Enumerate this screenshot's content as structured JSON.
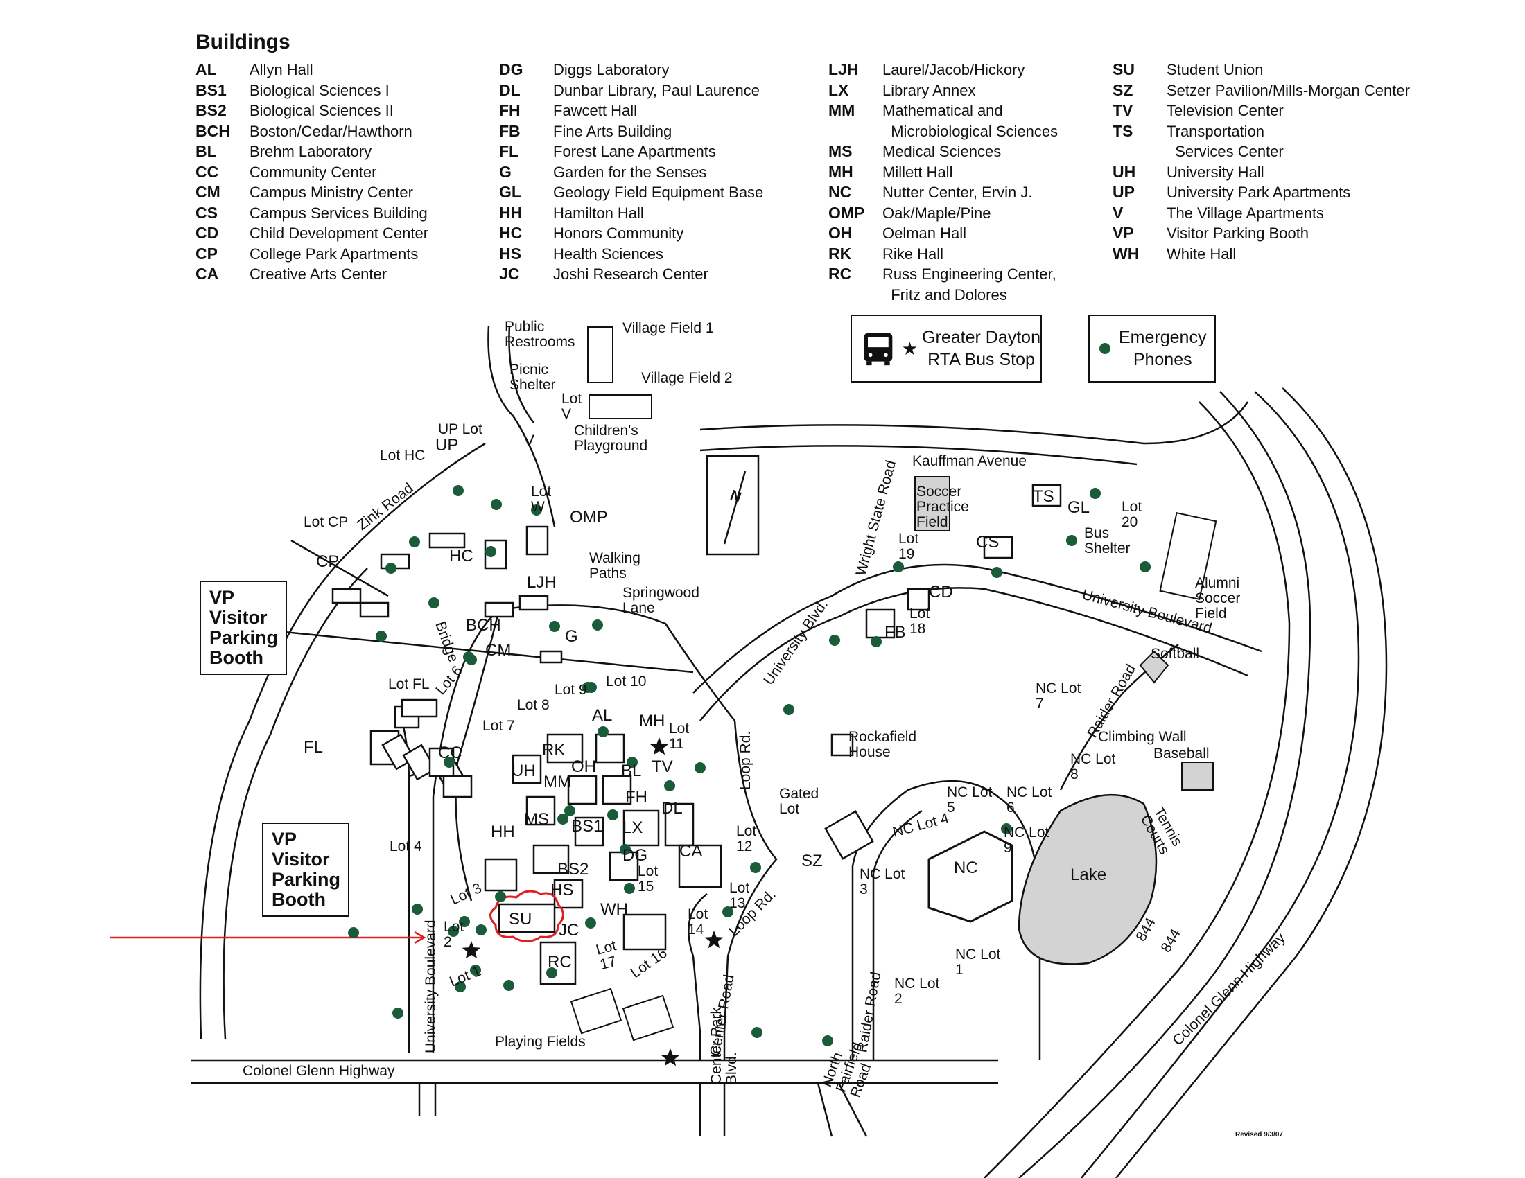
{
  "buildings_title": "Buildings",
  "buildings_columns": [
    [
      {
        "code": "AL",
        "name": "Allyn Hall"
      },
      {
        "code": "BS1",
        "name": "Biological Sciences I"
      },
      {
        "code": "BS2",
        "name": "Biological Sciences II"
      },
      {
        "code": "BCH",
        "name": "Boston/Cedar/Hawthorn"
      },
      {
        "code": "BL",
        "name": "Brehm Laboratory"
      },
      {
        "code": "CC",
        "name": "Community Center"
      },
      {
        "code": "CM",
        "name": "Campus Ministry Center"
      },
      {
        "code": "CS",
        "name": "Campus Services Building"
      },
      {
        "code": "CD",
        "name": "Child Development Center"
      },
      {
        "code": "CP",
        "name": "College Park Apartments"
      },
      {
        "code": "CA",
        "name": "Creative Arts Center"
      }
    ],
    [
      {
        "code": "DG",
        "name": "Diggs Laboratory"
      },
      {
        "code": "DL",
        "name": "Dunbar Library, Paul Laurence"
      },
      {
        "code": "FH",
        "name": "Fawcett Hall"
      },
      {
        "code": "FB",
        "name": "Fine Arts Building"
      },
      {
        "code": "FL",
        "name": "Forest Lane Apartments"
      },
      {
        "code": "G",
        "name": "Garden for the Senses"
      },
      {
        "code": "GL",
        "name": "Geology Field Equipment Base"
      },
      {
        "code": "HH",
        "name": "Hamilton Hall"
      },
      {
        "code": "HC",
        "name": "Honors Community"
      },
      {
        "code": "HS",
        "name": "Health Sciences"
      },
      {
        "code": "JC",
        "name": "Joshi Research Center"
      }
    ],
    [
      {
        "code": "LJH",
        "name": "Laurel/Jacob/Hickory"
      },
      {
        "code": "LX",
        "name": "Library Annex"
      },
      {
        "code": "MM",
        "name": "Mathematical and\n  Microbiological Sciences"
      },
      {
        "code": "MS",
        "name": "Medical Sciences"
      },
      {
        "code": "MH",
        "name": "Millett Hall"
      },
      {
        "code": "NC",
        "name": "Nutter Center, Ervin J."
      },
      {
        "code": "OMP",
        "name": "Oak/Maple/Pine"
      },
      {
        "code": "OH",
        "name": "Oelman Hall"
      },
      {
        "code": "RK",
        "name": "Rike Hall"
      },
      {
        "code": "RC",
        "name": "Russ Engineering Center,\n  Fritz and Dolores"
      }
    ],
    [
      {
        "code": "SU",
        "name": "Student Union"
      },
      {
        "code": "SZ",
        "name": "Setzer Pavilion/Mills-Morgan Center"
      },
      {
        "code": "TV",
        "name": "Television Center"
      },
      {
        "code": "TS",
        "name": "Transportation\n  Services Center"
      },
      {
        "code": "UH",
        "name": "University Hall"
      },
      {
        "code": "UP",
        "name": "University Park Apartments"
      },
      {
        "code": "V",
        "name": "The Village Apartments"
      },
      {
        "code": "VP",
        "name": "Visitor Parking Booth"
      },
      {
        "code": "WH",
        "name": "White Hall"
      }
    ]
  ],
  "legend": {
    "bus_stop": "Greater Dayton\nRTA Bus Stop",
    "emergency": "Emergency\nPhones"
  },
  "vp_booth": "VP\nVisitor\nParking\nBooth",
  "revised": "Revised 9/3/07",
  "colors": {
    "phone": "#1a5c3a",
    "highlight": "#e02020",
    "lake": "#d3d3d3",
    "line": "#111111"
  },
  "map_labels": [
    {
      "id": "public-restrooms",
      "text": "Public\nRestrooms"
    },
    {
      "id": "village-field-1",
      "text": "Village Field 1"
    },
    {
      "id": "village-field-2",
      "text": "Village Field 2"
    },
    {
      "id": "picnic-shelter",
      "text": "Picnic\nShelter"
    },
    {
      "id": "lot-v",
      "text": "Lot\nV"
    },
    {
      "id": "up-lot",
      "text": "UP Lot"
    },
    {
      "id": "up",
      "text": "UP"
    },
    {
      "id": "v",
      "text": "V"
    },
    {
      "id": "childrens-playground",
      "text": "Children's\nPlayground"
    },
    {
      "id": "lot-hc",
      "text": "Lot HC"
    },
    {
      "id": "lot-w",
      "text": "Lot\nW"
    },
    {
      "id": "omp",
      "text": "OMP"
    },
    {
      "id": "zink-road",
      "text": "Zink Road"
    },
    {
      "id": "lot-cp",
      "text": "Lot CP"
    },
    {
      "id": "hc",
      "text": "HC"
    },
    {
      "id": "cp",
      "text": "CP"
    },
    {
      "id": "ljh",
      "text": "LJH"
    },
    {
      "id": "walking-paths",
      "text": "Walking\nPaths"
    },
    {
      "id": "springwood-lane",
      "text": "Springwood\nLane"
    },
    {
      "id": "bch",
      "text": "BCH"
    },
    {
      "id": "g",
      "text": "G"
    },
    {
      "id": "bridge",
      "text": "Bridge"
    },
    {
      "id": "cm",
      "text": "CM"
    },
    {
      "id": "lot-fl",
      "text": "Lot FL"
    },
    {
      "id": "lot-6",
      "text": "Lot 6"
    },
    {
      "id": "lot-9",
      "text": "Lot 9"
    },
    {
      "id": "lot-10",
      "text": "Lot 10"
    },
    {
      "id": "lot-8",
      "text": "Lot 8"
    },
    {
      "id": "lot-7",
      "text": "Lot 7"
    },
    {
      "id": "al",
      "text": "AL"
    },
    {
      "id": "mh",
      "text": "MH"
    },
    {
      "id": "lot-11",
      "text": "Lot\n11"
    },
    {
      "id": "fl",
      "text": "FL"
    },
    {
      "id": "cc",
      "text": "CC"
    },
    {
      "id": "rk",
      "text": "RK"
    },
    {
      "id": "oh",
      "text": "OH"
    },
    {
      "id": "tv",
      "text": "TV"
    },
    {
      "id": "uh",
      "text": "UH"
    },
    {
      "id": "mm",
      "text": "MM"
    },
    {
      "id": "bl",
      "text": "BL"
    },
    {
      "id": "fh",
      "text": "FH"
    },
    {
      "id": "dl",
      "text": "DL"
    },
    {
      "id": "ms",
      "text": "MS"
    },
    {
      "id": "bs1",
      "text": "BS1"
    },
    {
      "id": "lx",
      "text": "LX"
    },
    {
      "id": "hh",
      "text": "HH"
    },
    {
      "id": "ca",
      "text": "CA"
    },
    {
      "id": "lot-4",
      "text": "Lot 4"
    },
    {
      "id": "bs2",
      "text": "BS2"
    },
    {
      "id": "dg",
      "text": "DG"
    },
    {
      "id": "lot-15",
      "text": "Lot\n15"
    },
    {
      "id": "hs",
      "text": "HS"
    },
    {
      "id": "lot-3",
      "text": "Lot 3"
    },
    {
      "id": "su",
      "text": "SU"
    },
    {
      "id": "wh",
      "text": "WH"
    },
    {
      "id": "jc",
      "text": "JC"
    },
    {
      "id": "lot-2",
      "text": "Lot\n2"
    },
    {
      "id": "lot-17",
      "text": "Lot\n17"
    },
    {
      "id": "lot-16",
      "text": "Lot 16"
    },
    {
      "id": "rc",
      "text": "RC"
    },
    {
      "id": "lot-1",
      "text": "Lot 1"
    },
    {
      "id": "lot-14",
      "text": "Lot\n14"
    },
    {
      "id": "lot-13",
      "text": "Lot\n13"
    },
    {
      "id": "lot-12",
      "text": "Lot\n12"
    },
    {
      "id": "gated-lot",
      "text": "Gated\nLot"
    },
    {
      "id": "loop-rd-1",
      "text": "Loop Rd."
    },
    {
      "id": "loop-rd-2",
      "text": "Loop Rd."
    },
    {
      "id": "center-road",
      "text": "Center Road"
    },
    {
      "id": "university-boulevard-vert",
      "text": "University Boulevard"
    },
    {
      "id": "playing-fields",
      "text": "Playing Fields"
    },
    {
      "id": "colonel-glenn-highway",
      "text": "Colonel Glenn Highway"
    },
    {
      "id": "center-park-blvd",
      "text": "Center Park\nBlvd."
    },
    {
      "id": "north-fairfield-road",
      "text": "North\nFairfield\nRoad"
    },
    {
      "id": "raider-road",
      "text": "Raider Road"
    },
    {
      "id": "nc-lot-2",
      "text": "NC Lot\n2"
    },
    {
      "id": "nc-lot-1",
      "text": "NC Lot\n1"
    },
    {
      "id": "nc-lot-3",
      "text": "NC Lot\n3"
    },
    {
      "id": "nc",
      "text": "NC"
    },
    {
      "id": "nc-lot-4",
      "text": "NC Lot 4"
    },
    {
      "id": "nc-lot-5",
      "text": "NC Lot\n5"
    },
    {
      "id": "nc-lot-6",
      "text": "NC Lot\n6"
    },
    {
      "id": "nc-lot-9",
      "text": "NC Lot\n9"
    },
    {
      "id": "lake",
      "text": "Lake"
    },
    {
      "id": "sz",
      "text": "SZ"
    },
    {
      "id": "rockafield-house",
      "text": "Rockafield\nHouse"
    },
    {
      "id": "university-blvd",
      "text": "University Blvd."
    },
    {
      "id": "wright-state-road",
      "text": "Wright State Road"
    },
    {
      "id": "kauffman-avenue",
      "text": "Kauffman Avenue"
    },
    {
      "id": "soccer-practice-field",
      "text": "Soccer\nPractice\nField"
    },
    {
      "id": "lot-19",
      "text": "Lot\n19"
    },
    {
      "id": "cs",
      "text": "CS"
    },
    {
      "id": "cd",
      "text": "CD"
    },
    {
      "id": "lot-18",
      "text": "Lot\n18"
    },
    {
      "id": "fb",
      "text": "FB"
    },
    {
      "id": "ts",
      "text": "TS"
    },
    {
      "id": "gl",
      "text": "GL"
    },
    {
      "id": "bus-shelter",
      "text": "Bus\nShelter"
    },
    {
      "id": "lot-20",
      "text": "Lot\n20"
    },
    {
      "id": "university-boulevard",
      "text": "University Boulevard"
    },
    {
      "id": "alumni-soccer-field",
      "text": "Alumni\nSoccer\nField"
    },
    {
      "id": "softball",
      "text": "Softball"
    },
    {
      "id": "nc-lot-7",
      "text": "NC Lot\n7"
    },
    {
      "id": "raider-road-2",
      "text": "Raider Road"
    },
    {
      "id": "climbing-wall",
      "text": "Climbing Wall"
    },
    {
      "id": "baseball",
      "text": "Baseball"
    },
    {
      "id": "nc-lot-8",
      "text": "NC Lot\n8"
    },
    {
      "id": "tennis-courts",
      "text": "Tennis\nCourts"
    },
    {
      "id": "hw-844-a",
      "text": "844"
    },
    {
      "id": "hw-844-b",
      "text": "844"
    },
    {
      "id": "colonel-glenn-highway-2",
      "text": "Colonel Glenn Highway"
    }
  ]
}
